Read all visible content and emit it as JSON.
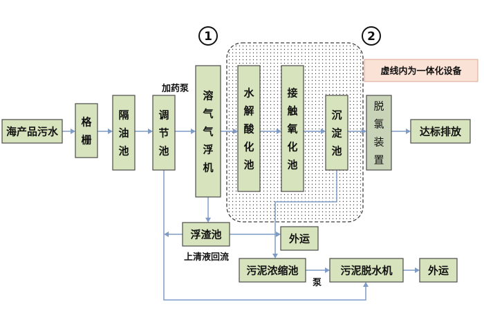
{
  "source": "海产品污水",
  "units": {
    "screen": "格栅",
    "oil_tank": "隔油池",
    "equalization_tank": "调节池",
    "flotation": "溶气气浮机",
    "hydrolysis": "水解酸化池",
    "contact_oxidation": "接触氧化池",
    "settling": "沉淀池",
    "dechlorination": "脱氯装置",
    "discharge": "达标排放",
    "scum_tank": "浮渣池",
    "haul_away_1": "外运",
    "sludge_thickener": "污泥浓缩池",
    "dewatering_machine": "污泥脱水机",
    "haul_away_2": "外运"
  },
  "labels": {
    "dosing_pump": "加药泵",
    "supernatant_return": "上清液回流",
    "pump": "泵"
  },
  "badges": [
    "1",
    "2"
  ],
  "note": "虚线内为一体化设备",
  "colors": {
    "box_fill": "#d6e3bc",
    "connector": "#7f9cc6",
    "note_fill": "#fbe2d6"
  }
}
